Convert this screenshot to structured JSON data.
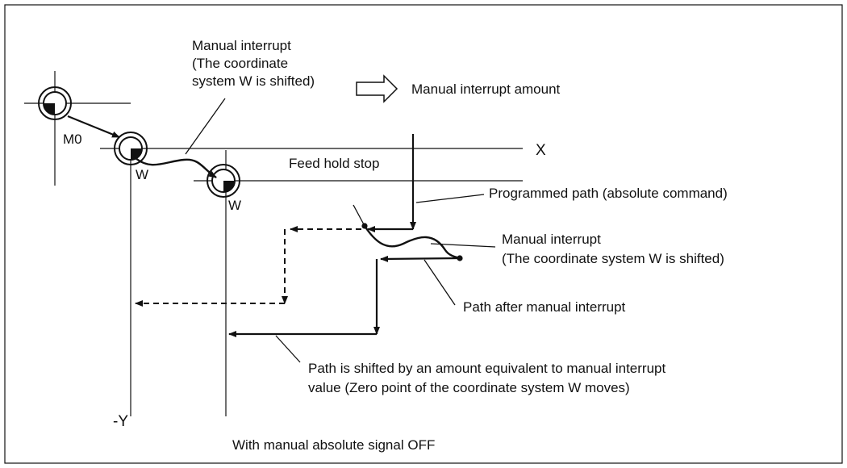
{
  "labels": {
    "manual_interrupt_top": [
      "Manual interrupt",
      "(The coordinate",
      "system W is shifted)"
    ],
    "manual_interrupt_amount": "Manual interrupt amount",
    "m0": "M0",
    "w1": "W",
    "w2": "W",
    "x_axis": "X",
    "y_axis": "-Y",
    "feed_hold_stop": "Feed hold stop",
    "programmed_path": "Programmed path (absolute command)",
    "manual_interrupt_right": [
      "Manual interrupt",
      "(The coordinate system W is shifted)"
    ],
    "path_after_interrupt": "Path after manual interrupt",
    "path_shifted": [
      "Path is shifted by an amount equivalent to manual interrupt",
      "value (Zero point of the coordinate system W moves)"
    ],
    "caption": "With manual absolute signal OFF"
  },
  "colors": {
    "stroke": "#111111",
    "background": "#ffffff"
  }
}
